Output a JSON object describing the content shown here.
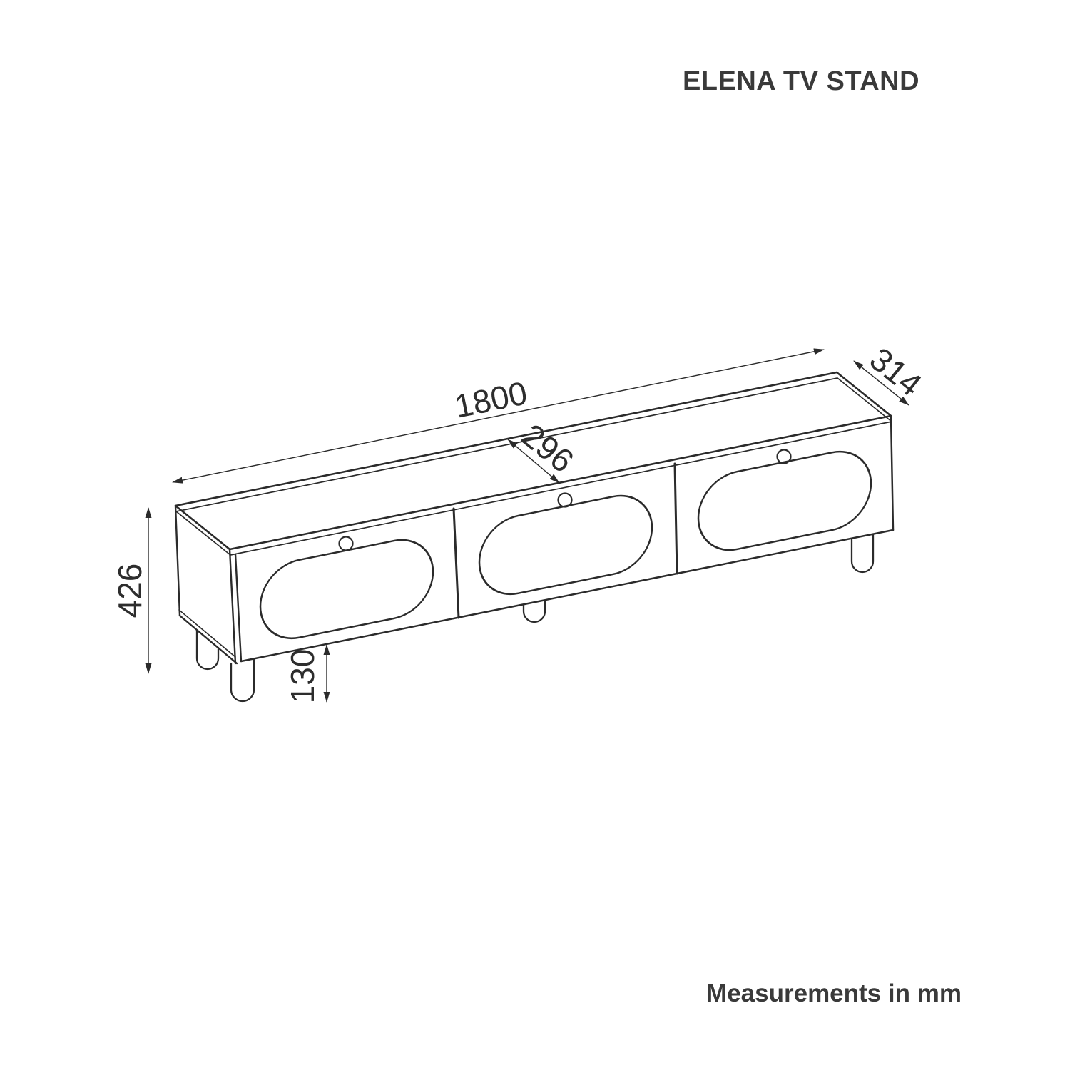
{
  "header": {
    "title": "ELENA TV STAND"
  },
  "footer": {
    "note": "Measurements in mm"
  },
  "dimensions": {
    "length": "1800",
    "depth": "314",
    "door": "296",
    "height": "426",
    "leg": "130"
  },
  "diagram": {
    "description": "Isometric line drawing of a TV stand with three doors, oval recessed door panels, round knobs and four rounded legs",
    "unit": "mm"
  },
  "colors": {
    "line": "#2b2b2b",
    "text": "#3a3a3a",
    "background": "#ffffff"
  }
}
